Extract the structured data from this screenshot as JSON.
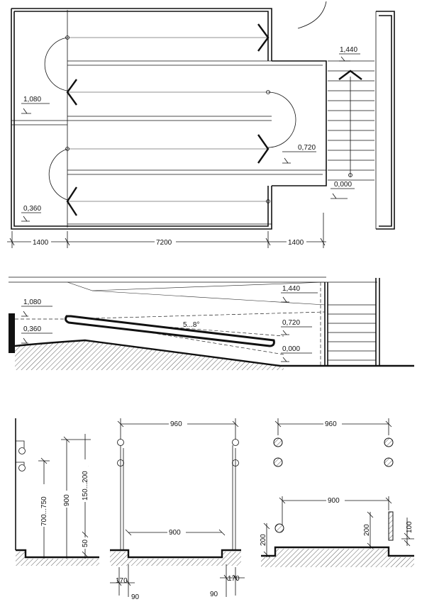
{
  "plan": {
    "levels": {
      "l1440": "1,440",
      "l1080": "1,080",
      "l0720": "0,720",
      "l0360": "0,360",
      "l0000": "0,000"
    },
    "dims": {
      "left": "1400",
      "middle": "7200",
      "right": "1400"
    }
  },
  "section": {
    "levels": {
      "l1440": "1,440",
      "l1080": "1,080",
      "l0720": "0,720",
      "l0360": "0,360",
      "l0000": "0,000"
    },
    "slope": "5...8°"
  },
  "details": {
    "side": {
      "d700_750": "700...750",
      "d900": "900",
      "d150_200": "150...200",
      "d50": "50"
    },
    "front": {
      "d960": "960",
      "d900": "900",
      "d170a": "170",
      "d90a": "90",
      "d170b": "170",
      "d90b": "90"
    },
    "bollards": {
      "d960": "960",
      "d900": "900",
      "d200a": "200",
      "d200b": "200",
      "d100": "100"
    }
  }
}
